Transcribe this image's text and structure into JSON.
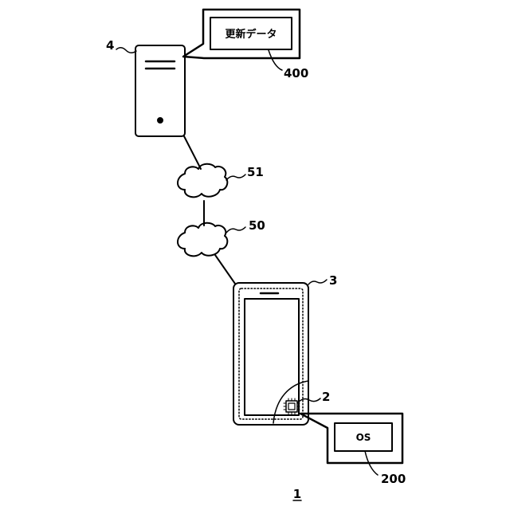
{
  "figure_number": "1",
  "labels": {
    "server": "4",
    "update_data_ref": "400",
    "network_upper": "51",
    "network_lower": "50",
    "terminal": "3",
    "chip": "2",
    "os_ref": "200"
  },
  "boxes": {
    "update_data": "更新データ",
    "os": "OS"
  },
  "icons": {
    "server": "server-tower-icon",
    "cloud": "network-cloud-icon",
    "phone": "smartphone-icon",
    "chip": "ic-chip-icon"
  }
}
